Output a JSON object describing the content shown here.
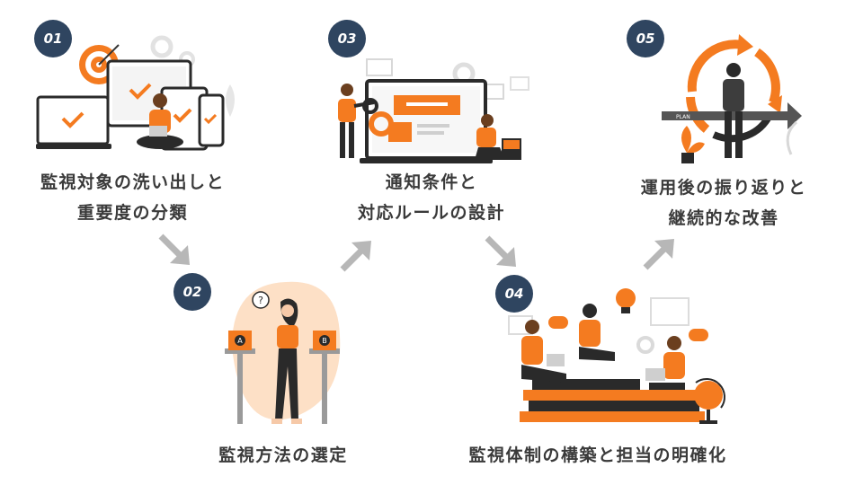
{
  "colors": {
    "accent": "#f47b20",
    "badge": "#2f4560",
    "text": "#3a3a3a",
    "arrow": "#b7b7b7"
  },
  "steps": [
    {
      "number": "01",
      "lines": [
        "監視対象の洗い出しと",
        "重要度の分類"
      ]
    },
    {
      "number": "02",
      "lines": [
        "監視方法の選定"
      ]
    },
    {
      "number": "03",
      "lines": [
        "通知条件と",
        "対応ルールの設計"
      ]
    },
    {
      "number": "04",
      "lines": [
        "監視体制の構築と担当の明確化"
      ]
    },
    {
      "number": "05",
      "lines": [
        "運用後の振り返りと",
        "継続的な改善"
      ]
    }
  ],
  "illustrations": {
    "step3_box_labels": [
      "A",
      "B"
    ],
    "step5_cycle_label": "PLAN"
  }
}
